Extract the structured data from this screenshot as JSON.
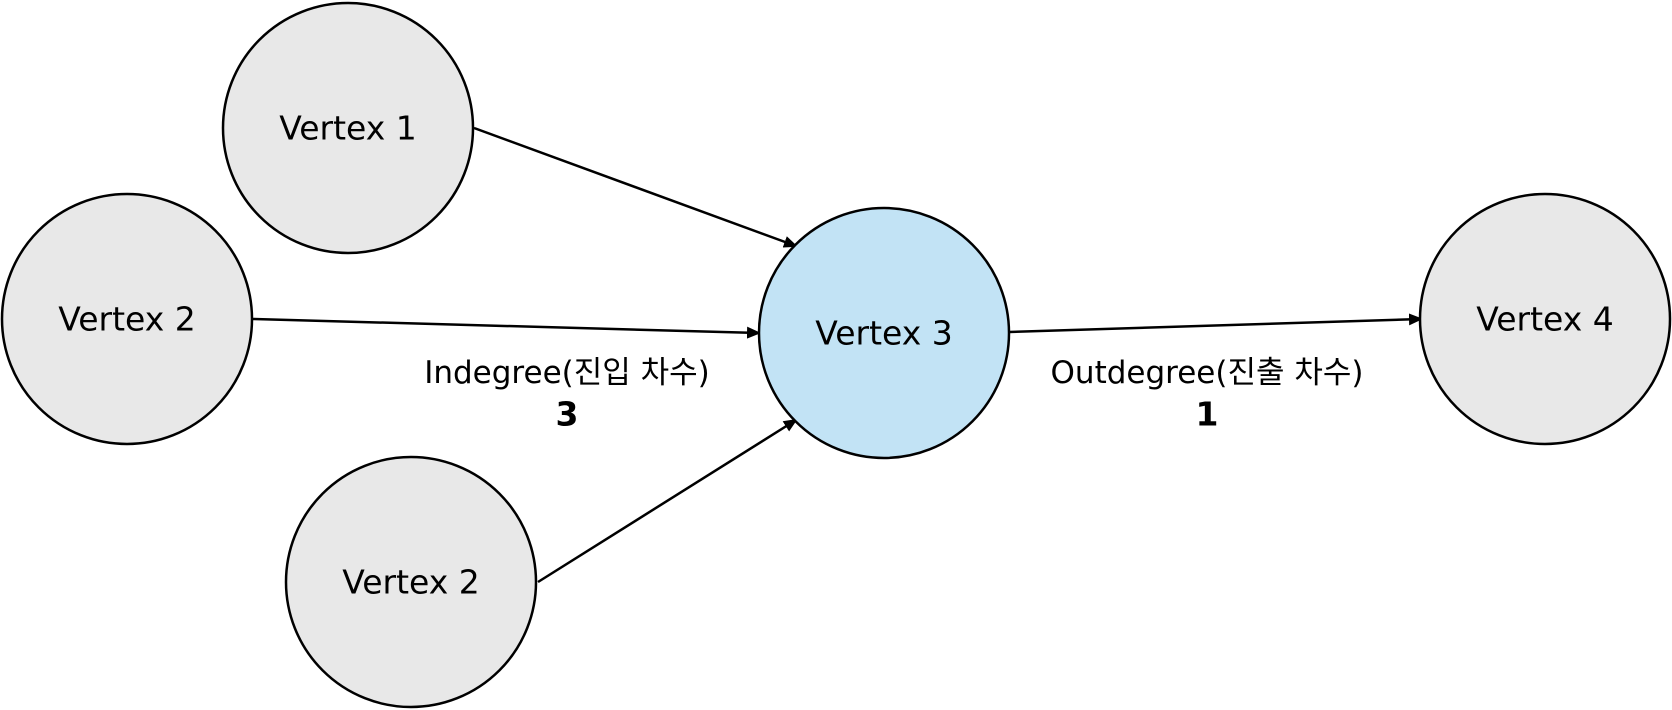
{
  "colors": {
    "node_fill": "#e8e8e8",
    "highlight_fill": "#c2e3f5",
    "stroke": "#000000"
  },
  "nodes": [
    {
      "id": "v1",
      "label": "Vertex 1",
      "highlight": false
    },
    {
      "id": "v2a",
      "label": "Vertex 2",
      "highlight": false
    },
    {
      "id": "v2b",
      "label": "Vertex 2",
      "highlight": false
    },
    {
      "id": "v3",
      "label": "Vertex 3",
      "highlight": true
    },
    {
      "id": "v4",
      "label": "Vertex 4",
      "highlight": false
    }
  ],
  "edges": [
    {
      "from": "v1",
      "to": "v3"
    },
    {
      "from": "v2a",
      "to": "v3"
    },
    {
      "from": "v2b",
      "to": "v3"
    },
    {
      "from": "v3",
      "to": "v4"
    }
  ],
  "annotations": {
    "indegree": {
      "label": "Indegree(진입 차수)",
      "value": "3"
    },
    "outdegree": {
      "label": "Outdegree(진출 차수)",
      "value": "1"
    }
  }
}
